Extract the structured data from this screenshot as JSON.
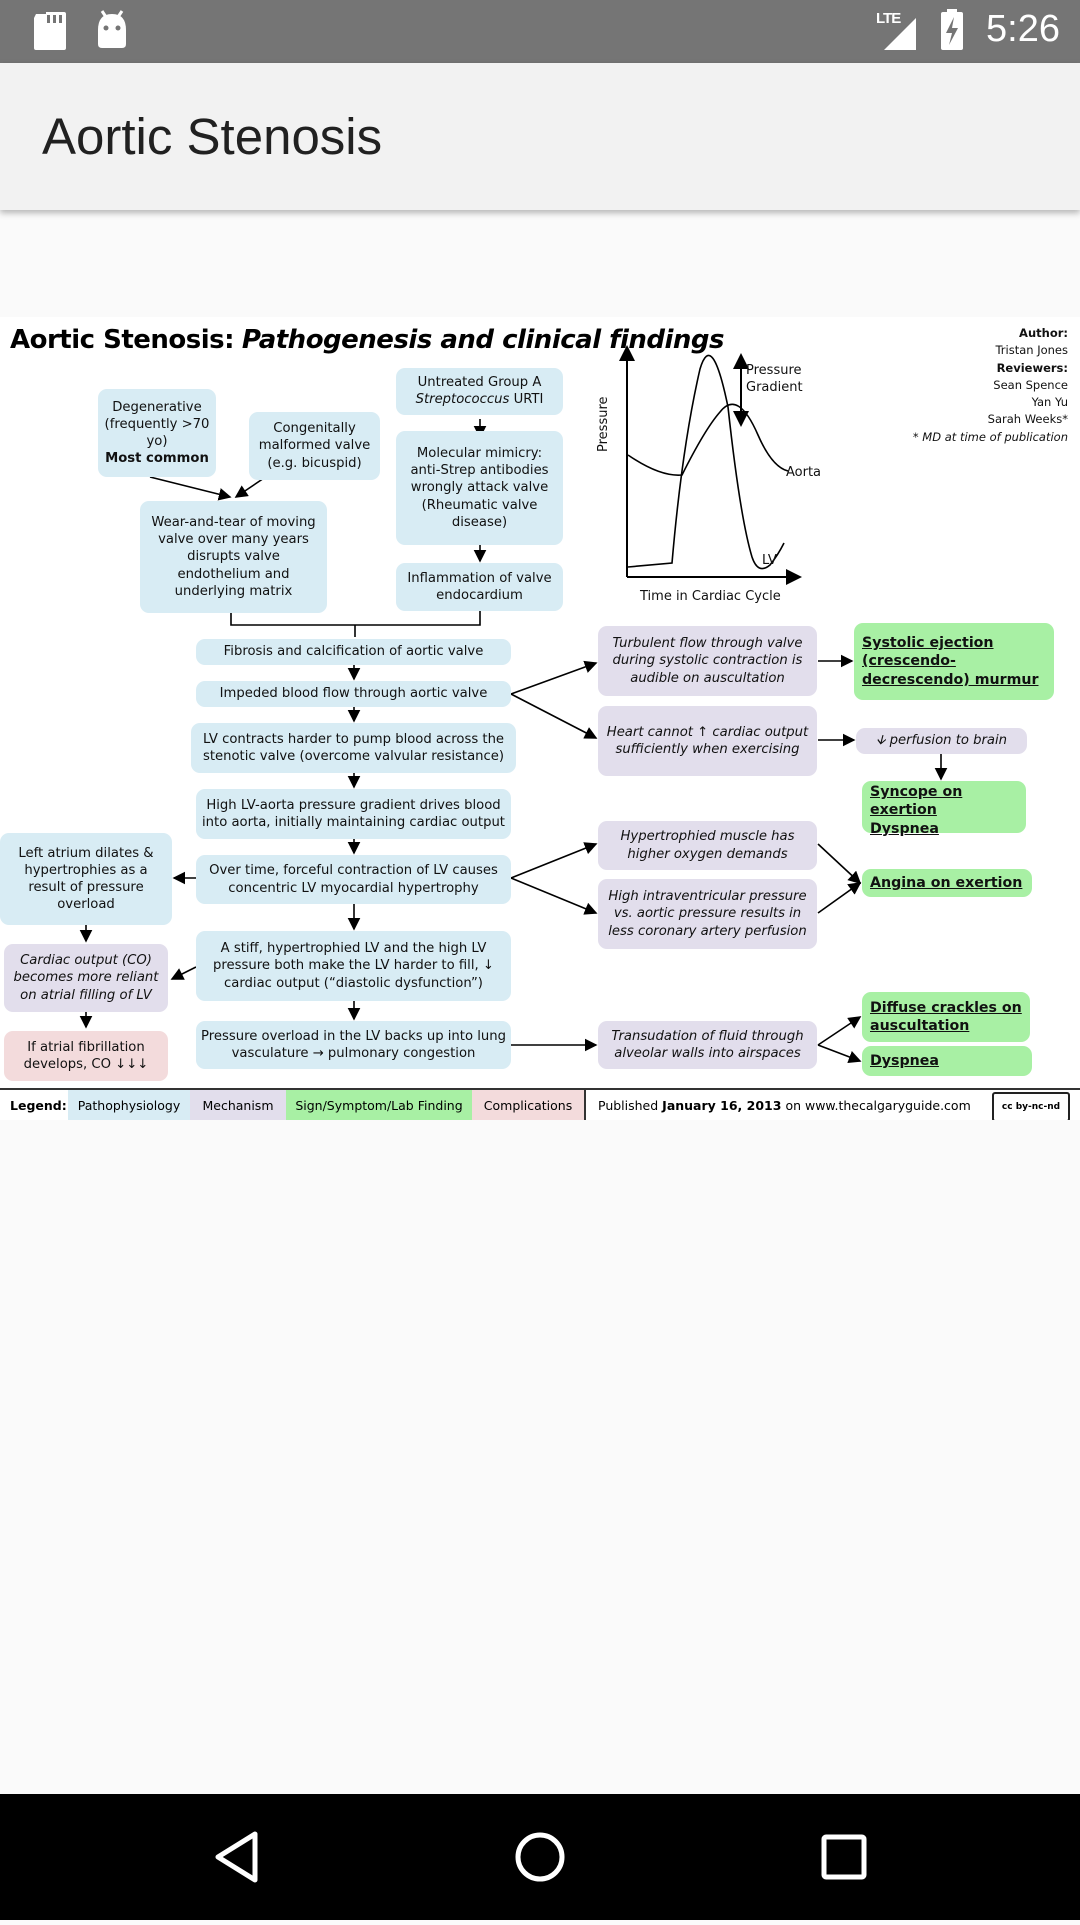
{
  "status_bar": {
    "time": "5:26",
    "network": "LTE",
    "icons": [
      "sd-card-icon",
      "android-icon",
      "signal-icon",
      "battery-charging-icon"
    ]
  },
  "app_bar": {
    "title": "Aortic Stenosis"
  },
  "figure": {
    "title_main": "Aortic Stenosis:",
    "title_sub": "Pathogenesis and clinical findings",
    "credits": {
      "author_label": "Author:",
      "author": "Tristan Jones",
      "reviewers_label": "Reviewers:",
      "reviewers": [
        "Sean Spence",
        "Yan Yu",
        "Sarah Weeks*"
      ],
      "footnote": "* MD at time of publication"
    },
    "plot": {
      "y_label": "Pressure",
      "x_label": "Time in Cardiac Cycle",
      "aorta_label": "Aorta",
      "lv_label": "LV",
      "gradient_label_1": "Pressure",
      "gradient_label_2": "Gradient"
    },
    "boxes": {
      "degenerative": "Degenerative (frequently >70 yo)",
      "degenerative_bold": "Most common",
      "congenital": "Congenitally malformed valve (e.g. bicuspid)",
      "strep_1": "Untreated Group A",
      "strep_2": "Streptococcus",
      "strep_3": "URTI",
      "mimicry": "Molecular mimicry: anti-Strep antibodies wrongly attack valve (Rheumatic valve disease)",
      "wear": "Wear-and-tear of moving valve over many years disrupts valve endothelium and underlying matrix",
      "inflammation": "Inflammation of valve endocardium",
      "fibrosis": "Fibrosis and calcification of aortic valve",
      "impeded": "Impeded blood flow through aortic valve",
      "lv_harder": "LV contracts harder to pump blood across the stenotic valve (overcome valvular resistance)",
      "gradient": "High LV-aorta pressure gradient drives blood into aorta, initially maintaining cardiac output",
      "hypertrophy": "Over time, forceful contraction of LV causes concentric LV myocardial hypertrophy",
      "stiff_lv": "A stiff, hypertrophied LV and the high LV pressure both make the LV harder to fill, ↓ cardiac output (“diastolic dysfunction”)",
      "pressure_overload": "Pressure overload in the LV backs up into lung vasculature → pulmonary congestion",
      "left_atrium": "Left atrium dilates & hypertrophies as a result of pressure overload",
      "co_reliant": "Cardiac output (CO) becomes more reliant on atrial filling of LV",
      "afib": "If atrial fibrillation develops, CO ↓↓↓",
      "turbulent": "Turbulent flow through valve during systolic contraction is audible on auscultation",
      "heart_cannot": "Heart cannot ↑ cardiac output sufficiently when exercising",
      "o2_demand": "Hypertrophied muscle has higher oxygen demands",
      "coronary": "High intraventricular pressure vs. aortic pressure results in less coronary artery perfusion",
      "transudation": "Transudation of fluid through alveolar walls into airspaces",
      "perfusion_brain": "🡫 perfusion to brain",
      "murmur": "Systolic ejection (crescendo-decrescendo) murmur",
      "syncope": "Syncope on exertion",
      "dyspnea_1": "Dyspnea",
      "angina": "Angina on exertion",
      "crackles": "Diffuse crackles on auscultation",
      "dyspnea_2": "Dyspnea"
    },
    "legend": {
      "label": "Legend:",
      "items": [
        "Pathophysiology",
        "Mechanism",
        "Sign/Symptom/Lab Finding",
        "Complications"
      ],
      "published_prefix": "Published",
      "published_date": "January 16, 2013",
      "published_suffix": "on www.thecalgaryguide.com",
      "license": "cc by-nc-nd"
    },
    "colors": {
      "pathophysiology": "#d8ecf4",
      "mechanism": "#e2deec",
      "sign": "#a8f0a4",
      "complications": "#f3dbdc"
    }
  },
  "nav_bar": {
    "buttons": [
      "back-button",
      "home-button",
      "recents-button"
    ]
  }
}
